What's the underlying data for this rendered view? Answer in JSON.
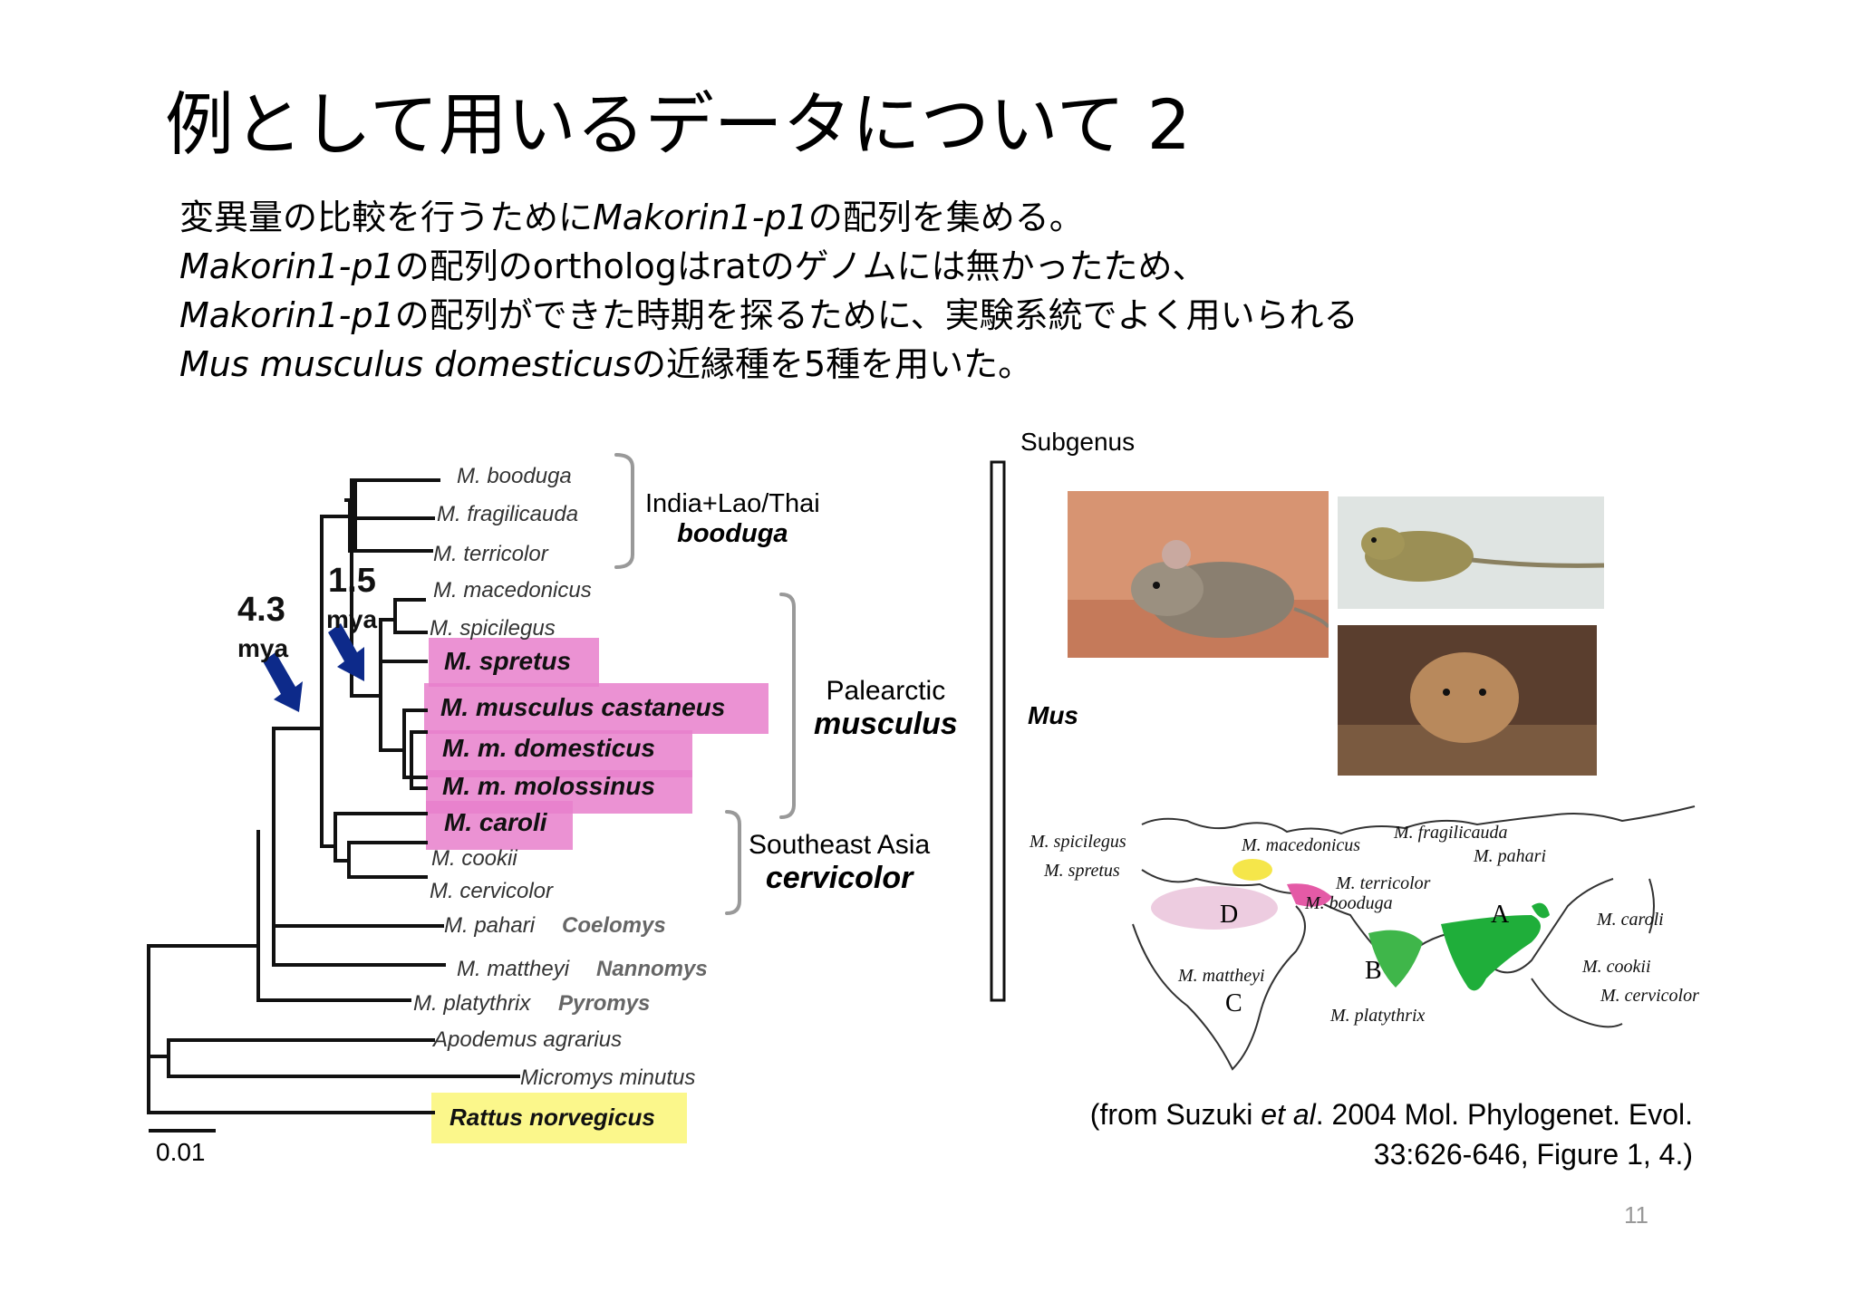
{
  "title": "例として用いるデータについて 2",
  "body": {
    "line1_a": "変異量の比較を行うために",
    "line1_b": "Makorin1-p1",
    "line1_c": "の配列を集める。",
    "line2_a": "Makorin1-p1",
    "line2_b": "の配列のorthologはratのゲノムには無かったため、",
    "line3_a": "Makorin1-p1",
    "line3_b": "の配列ができた時期を探るために、実験系統でよく用いられる",
    "line4_a": "Mus musculus domesticus",
    "line4_b": "の近縁種を5種を用いた。"
  },
  "tree": {
    "species": {
      "booduga": "M. booduga",
      "fragilicauda": "M. fragilicauda",
      "terricolor": "M. terricolor",
      "macedonicus": "M. macedonicus",
      "spicilegus": "M. spicilegus",
      "spretus": "M. spretus",
      "castaneus": "M. musculus castaneus",
      "domesticus": "M. m. domesticus",
      "molossinus": "M. m. molossinus",
      "caroli": "M. caroli",
      "cookii": "M. cookii",
      "cervicolor": "M. cervicolor",
      "pahari": "M. pahari",
      "mattheyi": "M. mattheyi",
      "platythrix": "M. platythrix",
      "apodemus": "Apodemus agrarius",
      "micromys": "Micromys minutus",
      "rattus": "Rattus norvegicus"
    },
    "subgenera": {
      "coelomys": "Coelomys",
      "nannomys": "Nannomys",
      "pyromys": "Pyromys"
    },
    "groups": {
      "g1_region": "India+Lao/Thai",
      "g1_name": "booduga",
      "g2_region": "Palearctic",
      "g2_name": "musculus",
      "g3_region": "Southeast Asia",
      "g3_name": "cervicolor"
    },
    "node_43": "4.3",
    "node_43_unit": "mya",
    "node_15": "1.5",
    "node_15_unit": "mya",
    "scale": "0.01",
    "colors": {
      "highlight": "#e87fcb",
      "rattus_highlight": "#fbf78b",
      "arrow": "#0d2a8a"
    }
  },
  "right": {
    "subgenus_label": "Subgenus",
    "mus_label": "Mus",
    "map_labels": {
      "spicilegus": "M. spicilegus",
      "spretus": "M. spretus",
      "macedonicus": "M. macedonicus",
      "fragilicauda": "M. fragilicauda",
      "pahari": "M. pahari",
      "terricolor": "M. terricolor",
      "booduga": "M. booduga",
      "caroli": "M. caroli",
      "cookii": "M. cookii",
      "cervicolor": "M. cervicolor",
      "mattheyi": "M. mattheyi",
      "platythrix": "M. platythrix",
      "A": "A",
      "B": "B",
      "C": "C",
      "D": "D"
    },
    "caption_1a": "(from Suzuki ",
    "caption_1b": "et al",
    "caption_1c": ". 2004 Mol. Phylogenet. Evol.",
    "caption_2": "33:626-646, Figure 1, 4.)"
  },
  "page_number": "11"
}
